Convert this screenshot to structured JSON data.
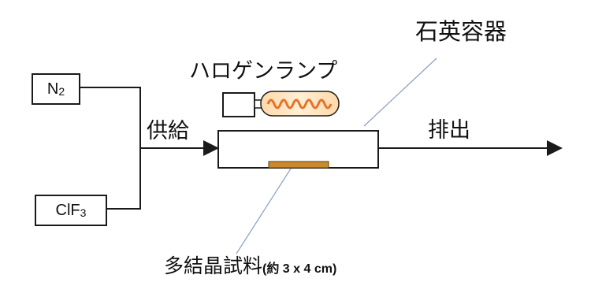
{
  "gases": [
    {
      "name": "N",
      "subscript": "2"
    },
    {
      "name": "ClF",
      "subscript": "3"
    }
  ],
  "labels": {
    "lamp": "ハロゲンランプ",
    "vessel": "石英容器",
    "supply": "供給",
    "exhaust": "排出",
    "sample": "多結晶試料",
    "sample_note": "(約 3 x 4 cm)"
  },
  "colors": {
    "line": "#1a1a1a",
    "leader": "#8aa0c0",
    "sample": "#c98a2b",
    "filament": "#e8702a"
  }
}
